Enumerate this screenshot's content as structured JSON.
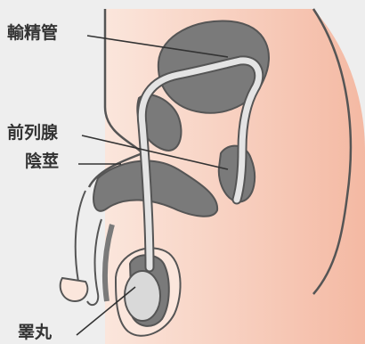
{
  "labels": {
    "vas_deferens": "輸精管",
    "prostate": "前列腺",
    "penis": "陰莖",
    "testis": "睪丸"
  },
  "colors": {
    "background": "#eeeeee",
    "skin_light": "#fbe6dc",
    "skin_dark": "#f4b9a3",
    "outline": "#555555",
    "organ_gray": "#7a7a7a",
    "duct_fill": "#e4e4e4",
    "leader_line": "#333333"
  }
}
